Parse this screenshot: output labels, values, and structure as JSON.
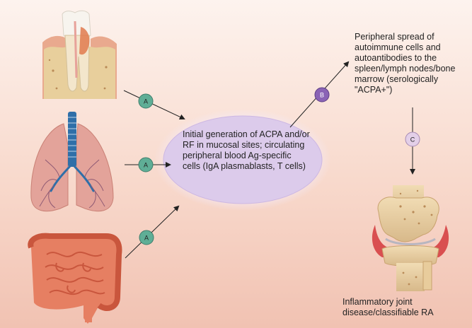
{
  "center_node": {
    "text": "Initial generation of ACPA and/or RF in mucosal sites; circulating peripheral blood Ag-specific cells (IgA plasmablasts, T cells)"
  },
  "spread_node": {
    "text": "Peripheral spread of autoimmune cells and autoantibodies to the spleen/lymph nodes/bone marrow (serologically \"ACPA+\")"
  },
  "outcome_node": {
    "text": "Inflammatory joint disease/classifiable RA"
  },
  "badges": {
    "a_tooth": "A",
    "a_lung": "A",
    "a_gut": "A",
    "b": "B",
    "c": "C"
  },
  "colors": {
    "badge_a": "#5fae96",
    "badge_b": "#8a63b5",
    "badge_c": "#e3cfe8",
    "ellipse_fill": "#dccbeb",
    "ellipse_glow": "#f3eaf8"
  },
  "icons": [
    "tooth-icon",
    "lungs-icon",
    "intestine-icon",
    "knee-joint-icon"
  ]
}
